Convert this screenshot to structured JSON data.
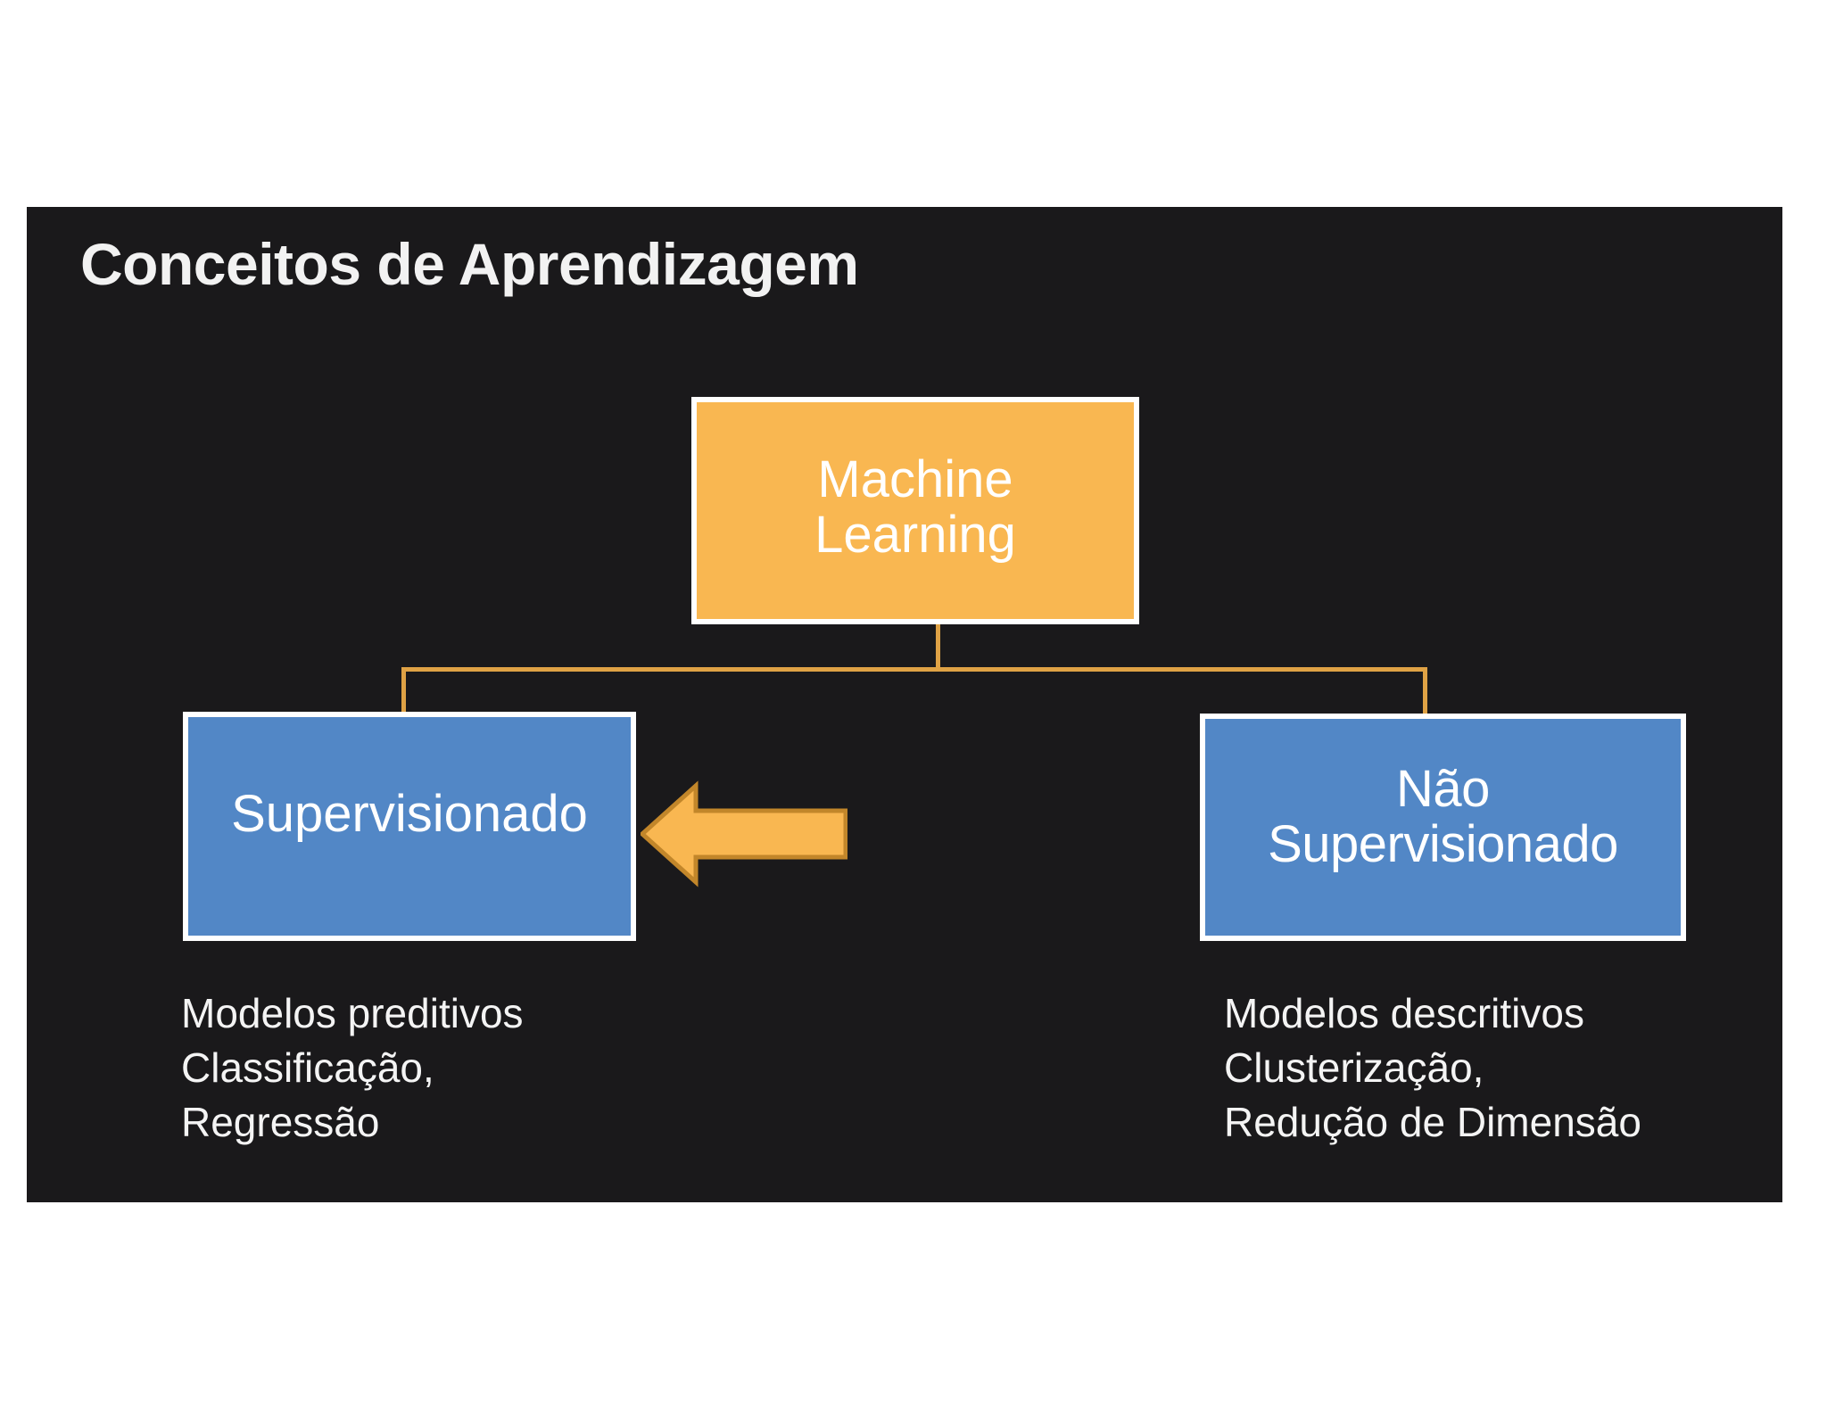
{
  "slide": {
    "title": "Conceitos de Aprendizagem",
    "background_color": "#ffffff",
    "panel_color": "#1a191b"
  },
  "colors": {
    "panel": "#1a191b",
    "root_node_fill": "#f9b751",
    "child_node_fill": "#5287c6",
    "node_border": "#ffffff",
    "connector": "#dfa245",
    "arrow_fill": "#f9b751",
    "arrow_stroke": "#c98b2a",
    "text": "#ffffff",
    "title_text": "#f2f2f2"
  },
  "diagram": {
    "type": "tree",
    "root": {
      "id": "machine-learning",
      "label": "Machine\nLearning",
      "label_lines": [
        "Machine",
        "Learning"
      ],
      "fill": "#f9b751"
    },
    "children": [
      {
        "id": "supervisionado",
        "label": "Supervisionado",
        "label_lines": [
          "Supervisionado"
        ],
        "fill": "#5287c6",
        "caption": "Modelos preditivos\nClassificação,\nRegressão",
        "caption_lines": [
          "Modelos preditivos",
          "Classificação,",
          "Regressão"
        ],
        "highlighted": true
      },
      {
        "id": "nao-supervisionado",
        "label": "Não\nSupervisionado",
        "label_lines": [
          "Não",
          "Supervisionado"
        ],
        "fill": "#5287c6",
        "caption": "Modelos descritivos\nClusterização,\nRedução de Dimensão",
        "caption_lines": [
          "Modelos descritivos",
          "Clusterização,",
          "Redução de Dimensão"
        ],
        "highlighted": false
      }
    ],
    "annotation": {
      "id": "left-arrow",
      "icon": "arrow-left-icon",
      "direction": "left",
      "points_to": "supervisionado"
    }
  }
}
